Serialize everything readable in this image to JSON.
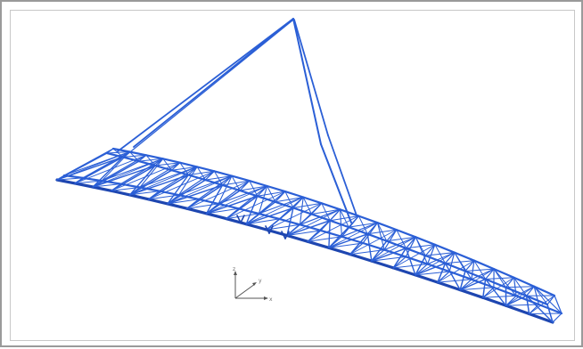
{
  "model": {
    "member_color": "#2b5fd6",
    "member_color_dark": "#1e46b0",
    "components": [
      "truss-girder",
      "mast",
      "stay-cables",
      "coordinate-triad"
    ]
  },
  "triad": {
    "z_label": "z",
    "y_label": "y",
    "x_label": "x",
    "line_color": "#555555"
  }
}
